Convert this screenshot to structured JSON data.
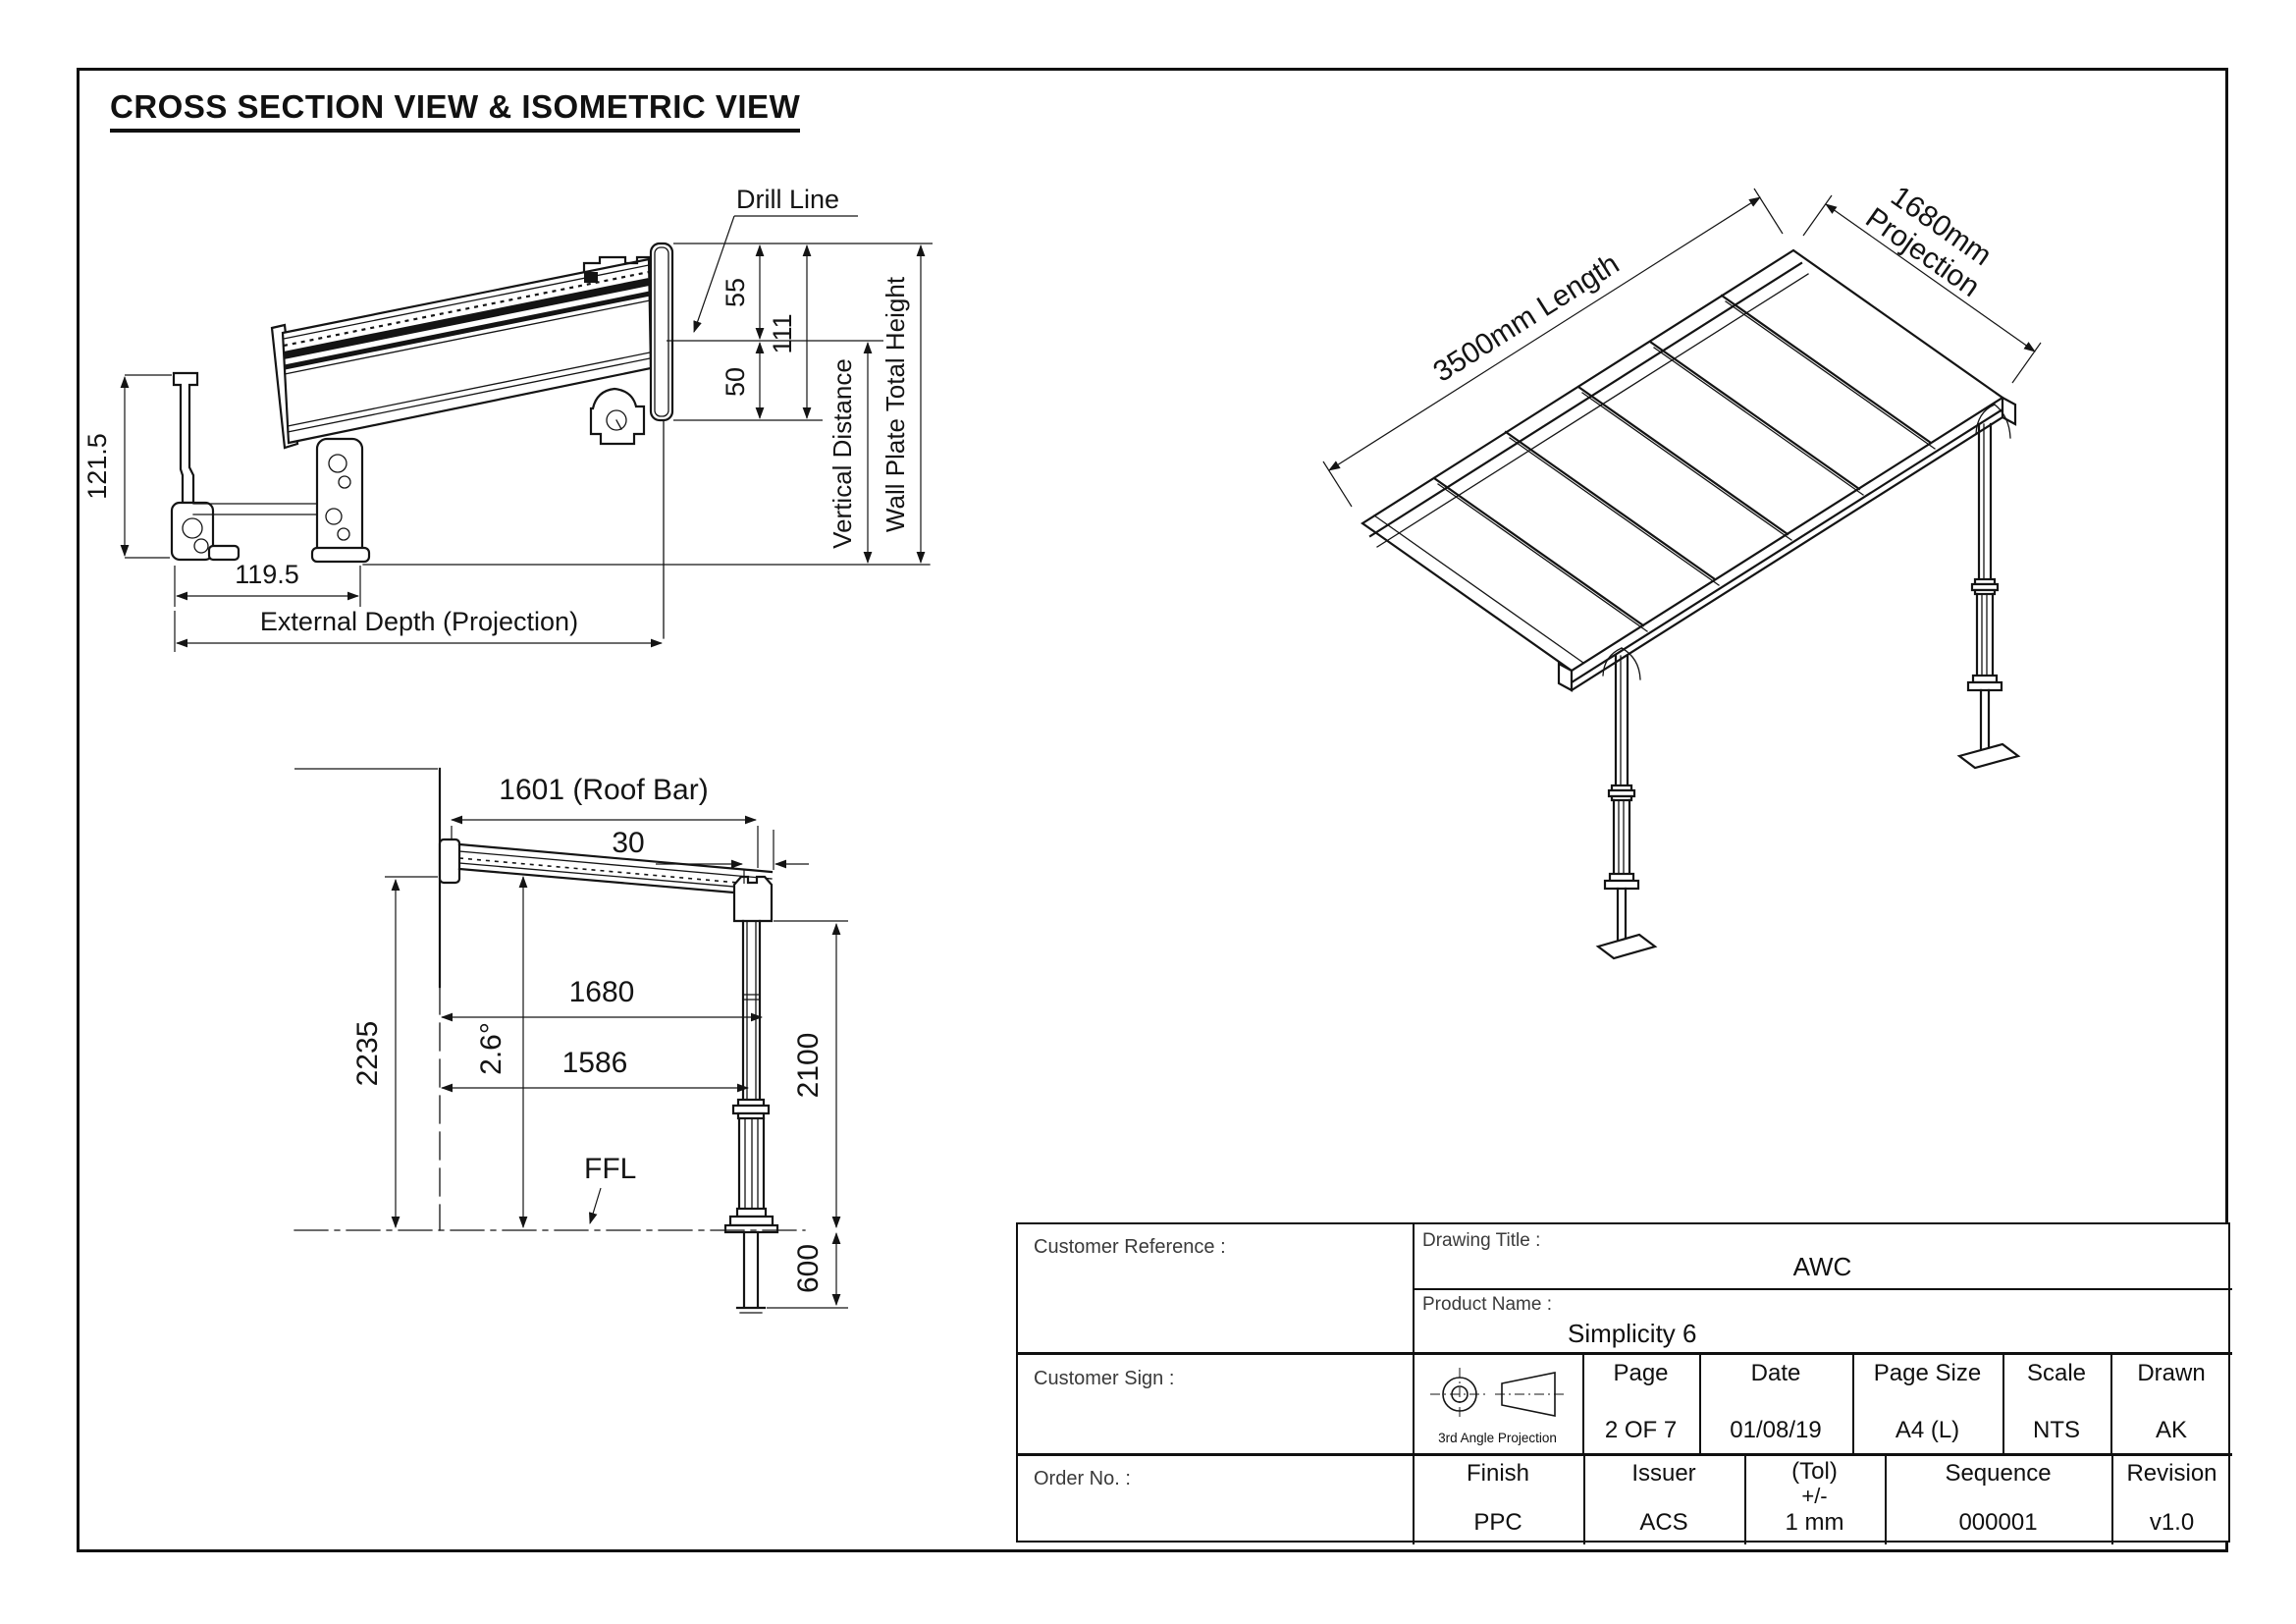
{
  "title": "CROSS SECTION VIEW & ISOMETRIC VIEW",
  "cross_section": {
    "drill_line": "Drill Line",
    "dim_121_5": "121.5",
    "dim_119_5": "119.5",
    "external_depth": "External Depth (Projection)",
    "dim_55": "55",
    "dim_111": "111",
    "dim_50": "50",
    "vertical_distance": "Vertical Distance",
    "wall_plate_total_height": "Wall Plate Total Height"
  },
  "side_view": {
    "roof_bar": "1601 (Roof Bar)",
    "dim_30": "30",
    "dim_1680": "1680",
    "angle": "2.6°",
    "dim_1586": "1586",
    "dim_2235": "2235",
    "dim_2100": "2100",
    "dim_600": "600",
    "ffl": "FFL"
  },
  "isometric": {
    "length_label": "3500mm Length",
    "projection_line1": "1680mm",
    "projection_line2": "Projection"
  },
  "title_block": {
    "customer_reference_label": "Customer Reference :",
    "drawing_title_label": "Drawing Title :",
    "drawing_title_value": "AWC",
    "product_name_label": "Product Name :",
    "product_name_value": "Simplicity 6",
    "customer_sign_label": "Customer Sign :",
    "projection_caption": "3rd Angle Projection",
    "order_no_label": "Order No. :",
    "page_label": "Page",
    "page_value": "2 OF 7",
    "date_label": "Date",
    "date_value": "01/08/19",
    "page_size_label": "Page Size",
    "page_size_value": "A4 (L)",
    "scale_label": "Scale",
    "scale_value": "NTS",
    "drawn_label": "Drawn",
    "drawn_value": "AK",
    "finish_label": "Finish",
    "finish_value": "PPC",
    "issuer_label": "Issuer",
    "issuer_value": "ACS",
    "tol_label": "(Tol)",
    "tol_label2": "+/-",
    "tol_value": "1 mm",
    "sequence_label": "Sequence",
    "sequence_value": "000001",
    "revision_label": "Revision",
    "revision_value": "v1.0"
  }
}
